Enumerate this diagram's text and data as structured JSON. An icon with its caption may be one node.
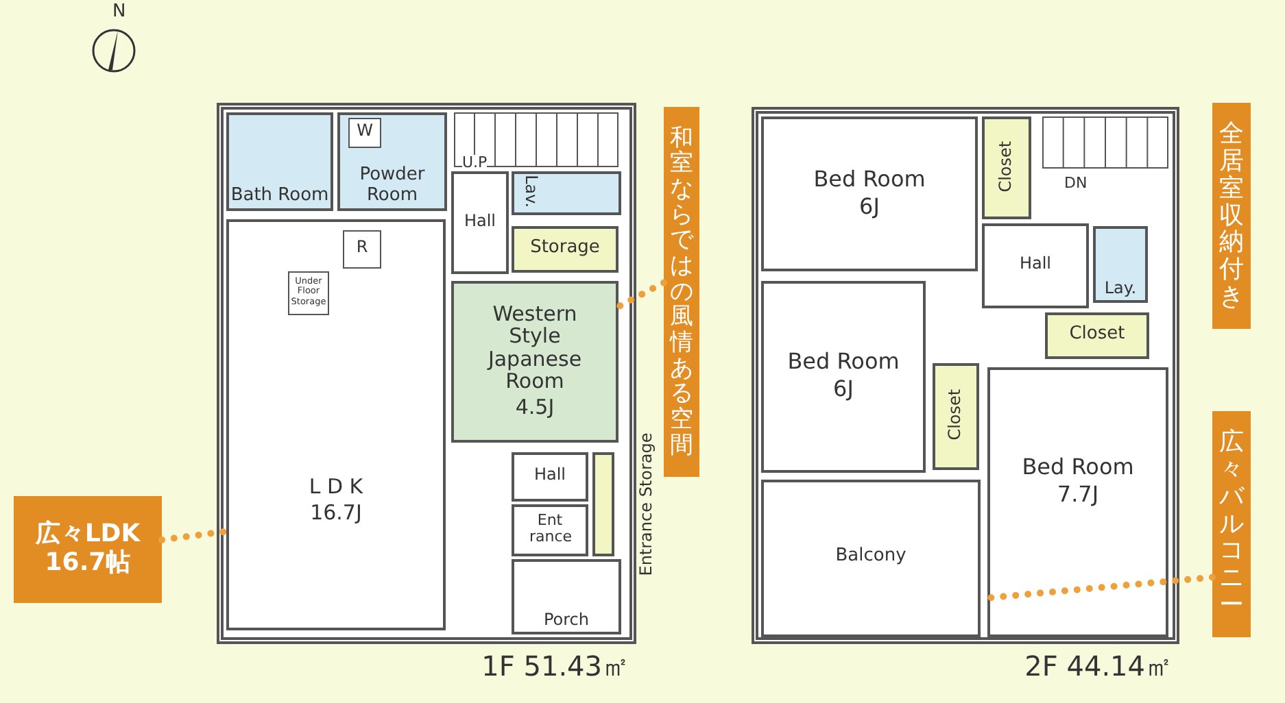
{
  "diagram": {
    "nodes": [
      {
        "text": [],
        "shape": "box",
        "beside": [
          "1F 51.43㎡"
        ]
      },
      {
        "text": [
          "Bath Room"
        ],
        "in": 0
      },
      {
        "text": [
          "Powder Room"
        ],
        "in": 0
      },
      {
        "text": [
          "W"
        ],
        "in": 2
      },
      {
        "text": [
          "Hall"
        ],
        "in": 0
      },
      {
        "text": [
          "Lav."
        ],
        "in": 0
      },
      {
        "text": [
          "L D K",
          "16.7J"
        ],
        "in": 0
      },
      {
        "text": [
          "R"
        ],
        "in": 6
      },
      {
        "text": [
          "Storage"
        ],
        "in": 0
      },
      {
        "text": [
          "Under Floor Storage"
        ],
        "in": 6
      },
      {
        "text": [
          "Western Style Japanese Room",
          "4.5J"
        ],
        "in": 0
      },
      {
        "text": [
          "Hall"
        ],
        "in": 0
      },
      {
        "text": [
          "Ent rance"
        ],
        "in": 0
      },
      {
        "text": [
          "Entrance Storage"
        ],
        "in": 0
      },
      {
        "text": [
          "Porch"
        ],
        "in": 0
      },
      {
        "text": [],
        "shape": "box",
        "beside": [
          "2F 44.14㎡"
        ]
      },
      {
        "text": [
          "Bed Room",
          "6J"
        ],
        "in": 15
      },
      {
        "text": [
          "Closet"
        ],
        "in": 15
      },
      {
        "text": [
          "Hall"
        ],
        "in": 15
      },
      {
        "text": [
          "Lay."
        ],
        "in": 15
      },
      {
        "text": [
          "Closet"
        ],
        "in": 15
      },
      {
        "text": [
          "Bed Room",
          "6J"
        ],
        "in": 15
      },
      {
        "text": [
          "Closet"
        ],
        "in": 15
      },
      {
        "text": [
          "Balcony"
        ],
        "in": 15
      },
      {
        "text": [
          "Bed Room",
          "7.7J"
        ],
        "in": 15
      },
      {
        "text": [
          "和室ならではの風情ある空間"
        ]
      },
      {
        "text": [
          "全居室収納付き"
        ]
      },
      {
        "text": [
          "広々バルコニー"
        ]
      },
      {
        "text": [
          "広々LDK",
          "16.7帖"
        ]
      }
    ],
    "edges": [
      {
        "from": 28,
        "to": 6,
        "arrow": "none",
        "style": "dashed"
      },
      {
        "from": 25,
        "to": 10,
        "arrow": "none",
        "style": "dashed"
      },
      {
        "from": 27,
        "to": 23,
        "arrow": "none",
        "style": "dashed"
      }
    ],
    "labels": [
      "N",
      "U.P",
      "DN"
    ]
  }
}
